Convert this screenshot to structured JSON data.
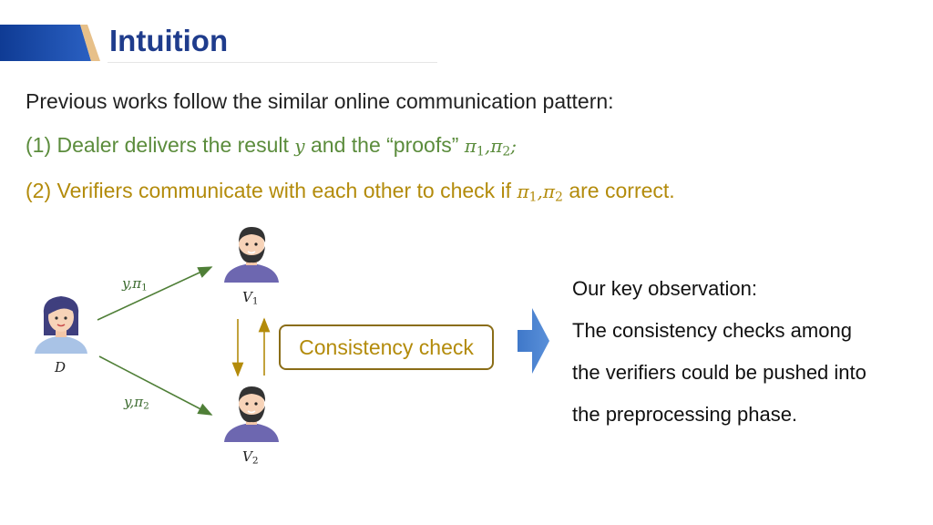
{
  "slide": {
    "title": "Intuition",
    "accent_colors": {
      "title": "#1f3c8c",
      "bar": "#1a4aa8",
      "bar_tan": "#e7c089"
    }
  },
  "text": {
    "line1": "Previous works follow the similar online communication pattern:",
    "line2_prefix": "(1) Dealer delivers the result ",
    "line2_var_y": "y",
    "line2_middle": " and the “proofs” ",
    "pi": "π",
    "sub1": "1",
    "sub2": "2",
    "comma": ",",
    "line2_suffix": ";",
    "line3_prefix": "(2) Verifiers communicate with each other to check if ",
    "line3_suffix": " are correct.",
    "colors": {
      "line1": "#222222",
      "line2": "#5b8c3c",
      "line3": "#b38b0b"
    }
  },
  "diagram": {
    "nodes": {
      "dealer": {
        "label": "D",
        "icon": "dealer-avatar-icon"
      },
      "v1": {
        "label": "V",
        "sub": "1",
        "icon": "verifier-avatar-icon"
      },
      "v2": {
        "label": "V",
        "sub": "2",
        "icon": "verifier-avatar-icon"
      }
    },
    "edges": {
      "to_v1": {
        "var": "y",
        "sep": ",",
        "pi": "π",
        "sub": "1"
      },
      "to_v2": {
        "var": "y",
        "sep": ",",
        "pi": "π",
        "sub": "2"
      }
    },
    "consistency_label": "Consistency check"
  },
  "observation": {
    "lines": [
      "Our key observation:",
      "The consistency checks among",
      "the verifiers could be pushed into",
      "the preprocessing phase."
    ]
  }
}
